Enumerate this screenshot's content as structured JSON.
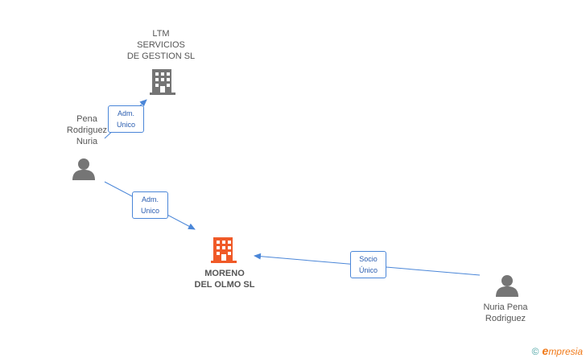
{
  "colors": {
    "company_main": "#f05a28",
    "company_other": "#757575",
    "person": "#757575",
    "edge": "#4a86d8",
    "brand": "#f07a1a"
  },
  "nodes": {
    "ltm": {
      "label": "LTM\nSERVICIOS\nDE GESTION SL",
      "icon": "building-icon"
    },
    "pena": {
      "label": "Pena\nRodriguez\nNuria",
      "icon": "person-icon"
    },
    "moreno": {
      "label": "MORENO\nDEL OLMO SL",
      "icon": "building-icon"
    },
    "nuria": {
      "label": "Nuria Pena\nRodriguez",
      "icon": "person-icon"
    }
  },
  "edges": {
    "pena_ltm": "Adm.\nUnico",
    "pena_moreno": "Adm.\nUnico",
    "nuria_moreno": "Socio\nÚnico"
  },
  "brand": {
    "copyright": "©",
    "name": "mpresia",
    "initial": "e"
  }
}
